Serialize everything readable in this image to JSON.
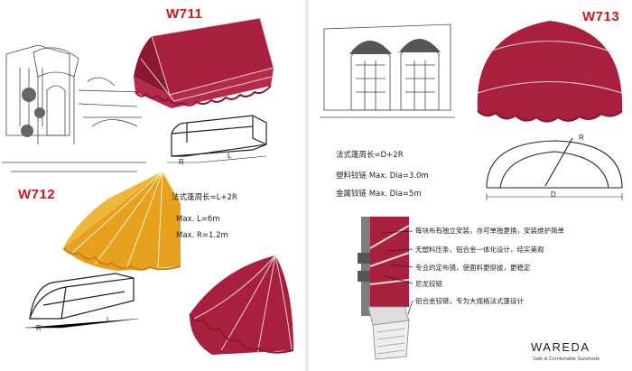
{
  "models": {
    "w711": "W711",
    "w712": "W712",
    "w713": "W713"
  },
  "dims": {
    "r": "R",
    "l": "L",
    "d": "D"
  },
  "specs_left": {
    "formula": "法式蓬周长=L+2R",
    "max_l": "Max. L=6m",
    "max_r": "Max. R=1.2m"
  },
  "specs_right": {
    "formula": "法式蓬周长=D+2R",
    "plastic_hinge": "塑料铰链 Max. Dia=3.0m",
    "metal_hinge": "金属铰链 Max. Dia=5m"
  },
  "features": [
    "每块布有独立安装，亦可单独更换，安装维护简单",
    "无塑料压条，铝合金一体化设计，结实美观",
    "专业的定布镜，使面料更挺拔，更稳定",
    "尼龙铰链",
    "铝合金铰链，专为大规格法式篷设计"
  ],
  "brand": {
    "name": "WAREDA",
    "tagline": "Safe & Comfortable Sunshade"
  },
  "colors": {
    "canvas_red": "#a8203e",
    "canvas_yellow": "#e8a11f",
    "code_red": "#d0181c"
  }
}
